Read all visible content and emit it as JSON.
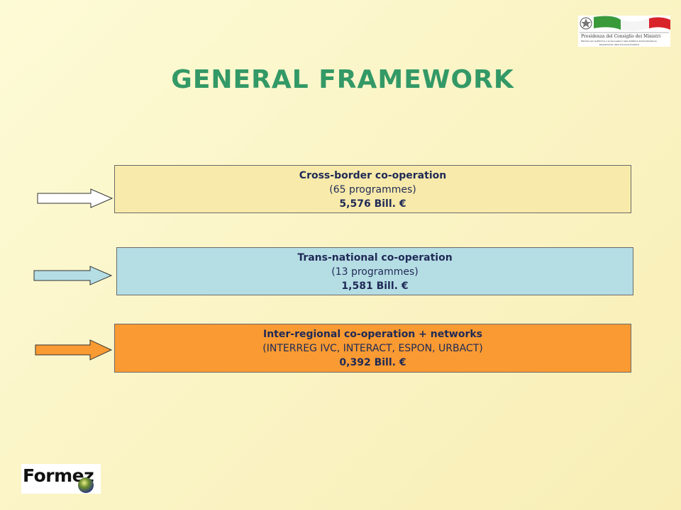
{
  "header": {
    "title": "GENERAL FRAMEWORK",
    "logo_text": "Presidenza del Consiglio dei Ministri",
    "logo_subtext": "Ministro per le Riforme e le Innovazioni nella Pubblica Amministrazione",
    "logo_subtext2": "Dipartimento della Funzione Pubblica"
  },
  "colors": {
    "title": "#339966",
    "text": "#1f2a56",
    "box1": "#f8eaaa",
    "box2": "#b5dde4",
    "box3": "#f99a32"
  },
  "boxes": [
    {
      "title": "Cross-border co-operation",
      "subtitle": "(65 programmes)",
      "amount": "5,576 Bill. €"
    },
    {
      "title": "Trans-national co-operation",
      "subtitle": "(13 programmes)",
      "amount": "1,581 Bill. €"
    },
    {
      "title": "Inter-regional co-operation + networks",
      "subtitle": "(INTERREG IVC, INTERACT, ESPON, URBACT)",
      "amount": "0,392 Bill. €"
    }
  ],
  "footer": {
    "logo_text": "Formez"
  }
}
